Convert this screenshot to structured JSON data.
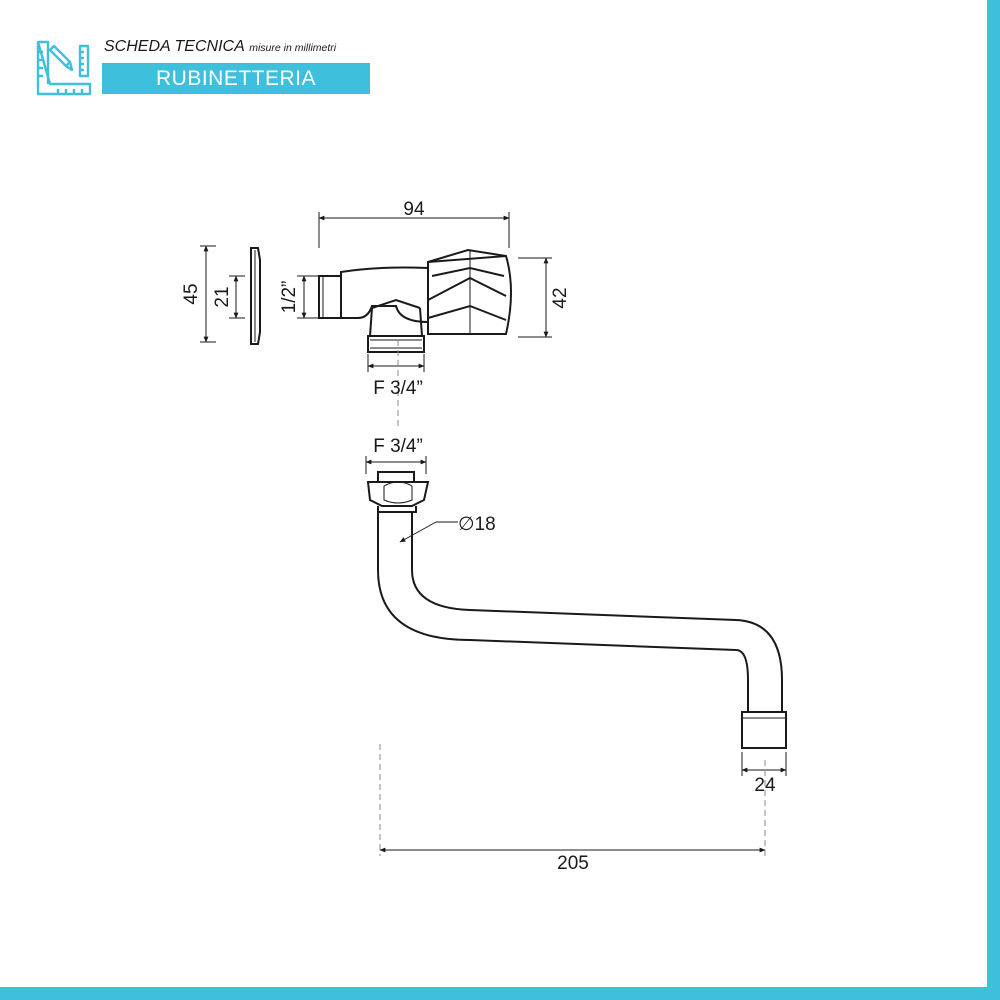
{
  "header": {
    "title": "SCHEDA TECNICA",
    "subtitle": "misure in millimetri",
    "category": "RUBINETTERIA"
  },
  "icons": {
    "logo": "ruler-pencil-icon"
  },
  "colors": {
    "accent": "#3ec0dd",
    "line": "#1a1a1a"
  },
  "dimensions": {
    "valve_length": "94",
    "plate_height": "45",
    "plate_inner": "21",
    "inlet_thread": "1/2”",
    "handle_height": "42",
    "valve_outlet": "F 3/4”",
    "spout_inlet": "F 3/4”",
    "pipe_diameter": "∅18",
    "spout_tip": "24",
    "spout_reach": "205"
  }
}
